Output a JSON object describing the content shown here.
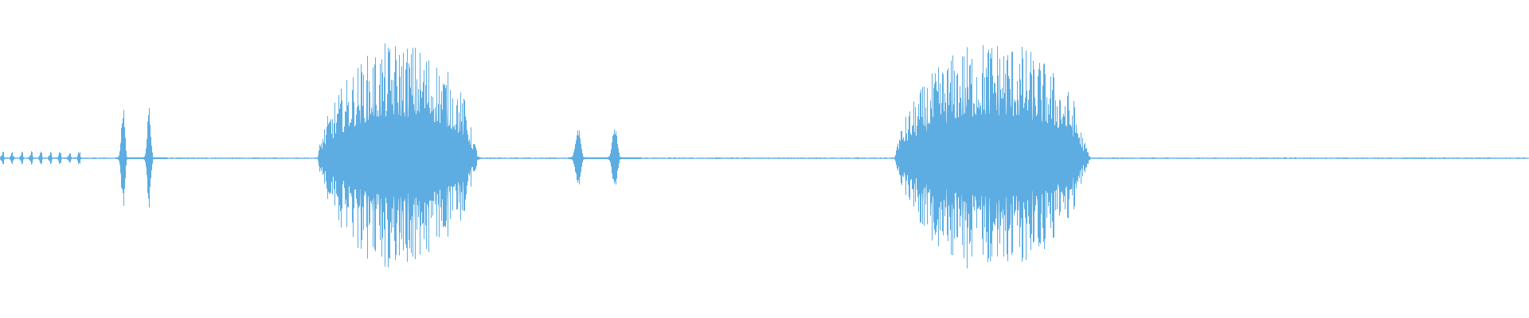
{
  "waveform": {
    "color": "#5dade2",
    "background": "#ffffff",
    "baseline_amplitude": 0.006,
    "duration_fraction_segments": [
      {
        "name": "noise-dots",
        "start": 0.0,
        "end": 0.056,
        "peak": 0.05,
        "style": "dots"
      },
      {
        "name": "burst-1",
        "start": 0.076,
        "end": 0.11,
        "peak": 0.35,
        "style": "spikes"
      },
      {
        "name": "burst-2",
        "start": 0.208,
        "end": 0.315,
        "peak": 0.78,
        "style": "dense"
      },
      {
        "name": "burst-3",
        "start": 0.372,
        "end": 0.42,
        "peak": 0.2,
        "style": "spikes"
      },
      {
        "name": "burst-4",
        "start": 0.585,
        "end": 0.715,
        "peak": 0.8,
        "style": "dense"
      },
      {
        "name": "tail-blip",
        "start": 0.918,
        "end": 0.935,
        "peak": 0.015,
        "style": "dots"
      }
    ]
  }
}
